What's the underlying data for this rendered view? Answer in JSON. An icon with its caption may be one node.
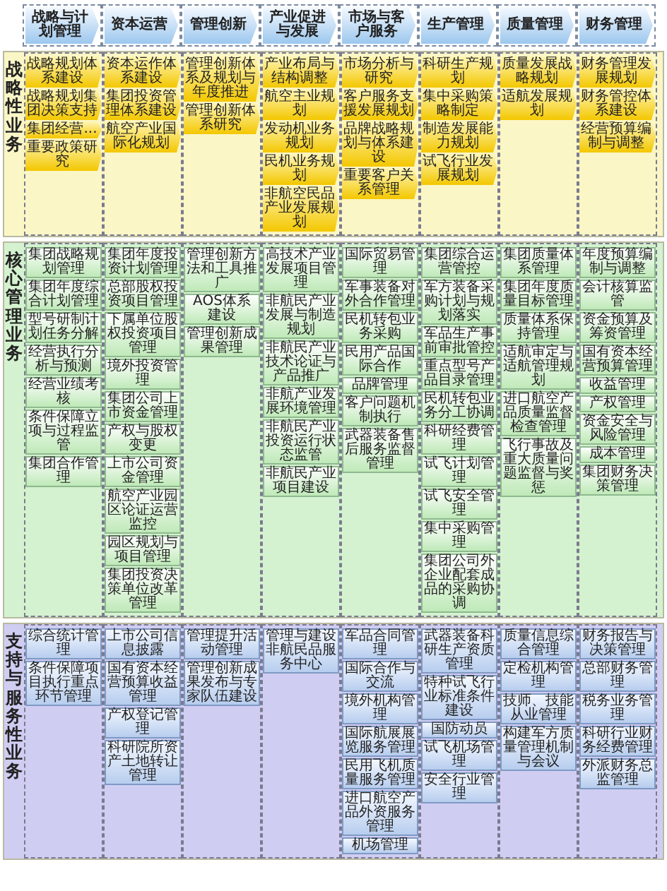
{
  "diagram": {
    "nodes": [
      {
        "text": [
          "战略与计划管理"
        ]
      },
      {
        "text": [
          "资本运营"
        ]
      },
      {
        "text": [
          "管理创新"
        ]
      },
      {
        "text": [
          "产业促进与发展"
        ]
      },
      {
        "text": [
          "市场与客户服务"
        ]
      },
      {
        "text": [
          "生产管理"
        ]
      },
      {
        "text": [
          "质量管理"
        ]
      },
      {
        "text": [
          "财务管理"
        ]
      },
      {
        "text": [
          "战略性业务"
        ]
      },
      {
        "text": [
          "战略规划体系建设"
        ],
        "in": 8
      },
      {
        "text": [
          "战略规划集团决策支持"
        ],
        "in": 8
      },
      {
        "text": [
          "集团经营..."
        ],
        "in": 8
      },
      {
        "text": [
          "重要政策研究"
        ],
        "in": 8
      },
      {
        "text": [
          "资本运作体系建设"
        ],
        "in": 8
      },
      {
        "text": [
          "集团投资管理体系建设"
        ],
        "in": 8
      },
      {
        "text": [
          "航空产业国际化规划"
        ],
        "in": 8
      },
      {
        "text": [
          "管理创新体系及规划与年度推进"
        ],
        "in": 8
      },
      {
        "text": [
          "管理创新体系研究"
        ],
        "in": 8
      },
      {
        "text": [
          "产业布局与结构调整"
        ],
        "in": 8
      },
      {
        "text": [
          "航空主业规划"
        ],
        "in": 8
      },
      {
        "text": [
          "发动机业务规划"
        ],
        "in": 8
      },
      {
        "text": [
          "民机业务规划"
        ],
        "in": 8
      },
      {
        "text": [
          "非航空民品产业发展规划"
        ],
        "in": 8
      },
      {
        "text": [
          "市场分析与研究"
        ],
        "in": 8
      },
      {
        "text": [
          "客户服务支援发展规划"
        ],
        "in": 8
      },
      {
        "text": [
          "品牌战略规划与体系建设"
        ],
        "in": 8
      },
      {
        "text": [
          "重要客户关系管理"
        ],
        "in": 8
      },
      {
        "text": [
          "科研生产规划"
        ],
        "in": 8
      },
      {
        "text": [
          "集中采购策略制定"
        ],
        "in": 8
      },
      {
        "text": [
          "制造发展能力规划"
        ],
        "in": 8
      },
      {
        "text": [
          "试飞行业发展规划"
        ],
        "in": 8
      },
      {
        "text": [
          "质量发展战略规划"
        ],
        "in": 8
      },
      {
        "text": [
          "适航发展规划"
        ],
        "in": 8
      },
      {
        "text": [
          "财务管理发展规划"
        ],
        "in": 8
      },
      {
        "text": [
          "财务管控体系建设"
        ],
        "in": 8
      },
      {
        "text": [
          "经营预算编制与调整"
        ],
        "in": 8
      },
      {
        "text": [
          "核心管理业务"
        ]
      },
      {
        "text": [
          "集团战略规划管理"
        ],
        "in": 36
      },
      {
        "text": [
          "集团年度综合计划管理"
        ],
        "in": 36
      },
      {
        "text": [
          "型号研制计划任务分解"
        ],
        "in": 36
      },
      {
        "text": [
          "经营执行分析与预测"
        ],
        "in": 36
      },
      {
        "text": [
          "经营业绩考核"
        ],
        "in": 36
      },
      {
        "text": [
          "条件保障立项与过程监管"
        ],
        "in": 36
      },
      {
        "text": [
          "集团合作管理"
        ],
        "in": 36
      },
      {
        "text": [
          "集团年度投资计划管理"
        ],
        "in": 36
      },
      {
        "text": [
          "总部股权投资项目管理"
        ],
        "in": 36
      },
      {
        "text": [
          "下属单位股权投资项目管理"
        ],
        "in": 36
      },
      {
        "text": [
          "境外投资管理"
        ],
        "in": 36
      },
      {
        "text": [
          "集团公司上市资金管理"
        ],
        "in": 36
      },
      {
        "text": [
          "产权与股权变更"
        ],
        "in": 36
      },
      {
        "text": [
          "上市公司资金管理"
        ],
        "in": 36
      },
      {
        "text": [
          "航空产业园区论证运营监控"
        ],
        "in": 36
      },
      {
        "text": [
          "园区规划与项目管理"
        ],
        "in": 36
      },
      {
        "text": [
          "集团投资决策单位改革管理"
        ],
        "in": 36
      },
      {
        "text": [
          "管理创新方法和工具推广"
        ],
        "in": 36
      },
      {
        "text": [
          "AOS体系建设"
        ],
        "in": 36
      },
      {
        "text": [
          "管理创新成果管理"
        ],
        "in": 36
      },
      {
        "text": [
          "高技术产业发展项目管理"
        ],
        "in": 36
      },
      {
        "text": [
          "非航民产业发展与制造规划"
        ],
        "in": 36
      },
      {
        "text": [
          "非航民产业技术论证与产品推广"
        ],
        "in": 36
      },
      {
        "text": [
          "非航产业发展环境管理"
        ],
        "in": 36
      },
      {
        "text": [
          "非航民产业投资运行状态监管"
        ],
        "in": 36
      },
      {
        "text": [
          "非航民产业项目建设"
        ],
        "in": 36
      },
      {
        "text": [
          "国际贸易管理"
        ],
        "in": 36
      },
      {
        "text": [
          "军事装备对外合作管理"
        ],
        "in": 36
      },
      {
        "text": [
          "民机转包业务采购"
        ],
        "in": 36
      },
      {
        "text": [
          "民用产品国际合作"
        ],
        "in": 36
      },
      {
        "text": [
          "品牌管理"
        ],
        "in": 36
      },
      {
        "text": [
          "客户问题机制执行"
        ],
        "in": 36
      },
      {
        "text": [
          "武器装备售后服务监督管理"
        ],
        "in": 36
      },
      {
        "text": [
          "集团综合运营管控"
        ],
        "in": 36
      },
      {
        "text": [
          "军方装备采购计划与规划落实"
        ],
        "in": 36
      },
      {
        "text": [
          "军品生产事前审批管控"
        ],
        "in": 36
      },
      {
        "text": [
          "重点型号产品目录管理"
        ],
        "in": 36
      },
      {
        "text": [
          "民机转包业务分工协调"
        ],
        "in": 36
      },
      {
        "text": [
          "科研经费管理"
        ],
        "in": 36
      },
      {
        "text": [
          "试飞计划管理"
        ],
        "in": 36
      },
      {
        "text": [
          "试飞安全管理"
        ],
        "in": 36
      },
      {
        "text": [
          "集中采购管理"
        ],
        "in": 36
      },
      {
        "text": [
          "集团公司外企业配套成品的采购协调"
        ],
        "in": 36
      },
      {
        "text": [
          "集团质量体系管理"
        ],
        "in": 36
      },
      {
        "text": [
          "集团年度质量目标管理"
        ],
        "in": 36
      },
      {
        "text": [
          "质量体系保持管理"
        ],
        "in": 36
      },
      {
        "text": [
          "适航审定与适航管理规划"
        ],
        "in": 36
      },
      {
        "text": [
          "进口航空产品质量监督检查管理"
        ],
        "in": 36
      },
      {
        "text": [
          "飞行事故及重大质量问题监督与奖惩"
        ],
        "in": 36
      },
      {
        "text": [
          "年度预算编制与调整"
        ],
        "in": 36
      },
      {
        "text": [
          "会计核算监管"
        ],
        "in": 36
      },
      {
        "text": [
          "资金预算及筹资管理"
        ],
        "in": 36
      },
      {
        "text": [
          "国有资本经营预算管理"
        ],
        "in": 36
      },
      {
        "text": [
          "收益管理"
        ],
        "in": 36
      },
      {
        "text": [
          "产权管理"
        ],
        "in": 36
      },
      {
        "text": [
          "资金安全与风险管理"
        ],
        "in": 36
      },
      {
        "text": [
          "成本管理"
        ],
        "in": 36
      },
      {
        "text": [
          "集团财务决策管理"
        ],
        "in": 36
      },
      {
        "text": [
          "支持与服务性业务"
        ]
      },
      {
        "text": [
          "综合统计管理"
        ],
        "in": 95
      },
      {
        "text": [
          "条件保障项目执行重点环节管理"
        ],
        "in": 95
      },
      {
        "text": [
          "上市公司信息披露"
        ],
        "in": 95
      },
      {
        "text": [
          "国有资本经营预算收益管理"
        ],
        "in": 95
      },
      {
        "text": [
          "产权登记管理"
        ],
        "in": 95
      },
      {
        "text": [
          "科研院所资产土地转让管理"
        ],
        "in": 95
      },
      {
        "text": [
          "管理提升活动管理"
        ],
        "in": 95
      },
      {
        "text": [
          "管理创新成果发布与专家队伍建设"
        ],
        "in": 95
      },
      {
        "text": [
          "管理与建设非航民品服务中心"
        ],
        "in": 95
      },
      {
        "text": [
          "军品合同管理"
        ],
        "in": 95
      },
      {
        "text": [
          "国际合作与交流"
        ],
        "in": 95
      },
      {
        "text": [
          "境外机构管理"
        ],
        "in": 95
      },
      {
        "text": [
          "国际航展展览服务管理"
        ],
        "in": 95
      },
      {
        "text": [
          "民用飞机质量服务管理"
        ],
        "in": 95
      },
      {
        "text": [
          "进口航空产品外资服务管理"
        ],
        "in": 95
      },
      {
        "text": [
          "机场管理"
        ],
        "in": 95
      },
      {
        "text": [
          "武器装备科研生产资质管理"
        ],
        "in": 95
      },
      {
        "text": [
          "特种试飞行业标准条件建设"
        ],
        "in": 95
      },
      {
        "text": [
          "国防动员"
        ],
        "in": 95
      },
      {
        "text": [
          "试飞机场管理"
        ],
        "in": 95
      },
      {
        "text": [
          "安全行业管理"
        ],
        "in": 95
      },
      {
        "text": [
          "质量信息综合管理"
        ],
        "in": 95
      },
      {
        "text": [
          "定检机构管理"
        ],
        "in": 95
      },
      {
        "text": [
          "技师、技能从业管理"
        ],
        "in": 95
      },
      {
        "text": [
          "构建军方质量管理机制与会议"
        ],
        "in": 95
      },
      {
        "text": [
          "财务报告与决策管理"
        ],
        "in": 95
      },
      {
        "text": [
          "总部财务管理"
        ],
        "in": 95
      },
      {
        "text": [
          "税务业务管理"
        ],
        "in": 95
      },
      {
        "text": [
          "科研行业财务经费管理"
        ],
        "in": 95
      },
      {
        "text": [
          "外派财务总监管理"
        ],
        "in": 95
      }
    ]
  }
}
